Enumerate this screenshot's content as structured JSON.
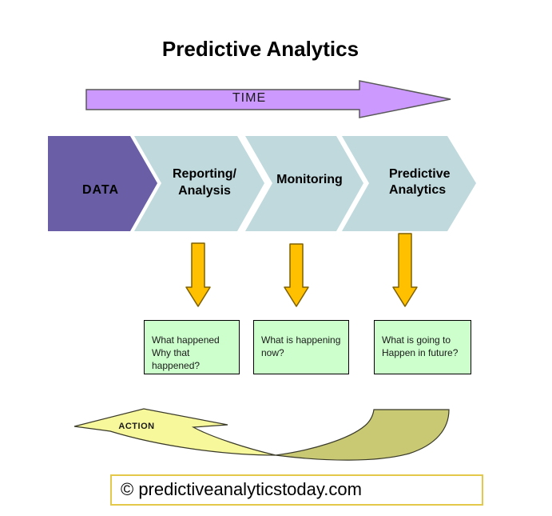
{
  "title": "Predictive Analytics",
  "time_arrow": {
    "label": "TIME"
  },
  "flow_stages": [
    {
      "id": "data",
      "lines": [
        "DATA"
      ]
    },
    {
      "id": "reporting-analysis",
      "lines": [
        "Reporting/",
        "Analysis"
      ]
    },
    {
      "id": "monitoring",
      "lines": [
        "Monitoring"
      ]
    },
    {
      "id": "predictive-analytics",
      "lines": [
        "Predictive",
        "Analytics"
      ]
    }
  ],
  "question_boxes": [
    {
      "lines": [
        "What happened",
        "Why that happened?"
      ]
    },
    {
      "lines": [
        "What is happening",
        "now?"
      ]
    },
    {
      "lines": [
        "What is going to",
        "Happen in future?"
      ]
    }
  ],
  "action_arrow": {
    "label": "ACTION"
  },
  "footer": {
    "text": "© predictiveanalyticstoday.com"
  },
  "colors": {
    "title_text": "#000000",
    "time_fill": "#CC99FF",
    "time_stroke": "#595959",
    "stage_data_fill": "#6A5EA6",
    "stage_blue_fill": "#BFD9DD",
    "down_arrow_fill": "#FFC000",
    "down_arrow_stroke": "#7F6000",
    "box_fill": "#CCFFCC",
    "box_stroke": "#000000",
    "swoosh_light_fill": "#F7F79B",
    "swoosh_dark_fill": "#C9C973",
    "swoosh_stroke": "#3A3A2A",
    "footer_border": "#E3C84A"
  }
}
